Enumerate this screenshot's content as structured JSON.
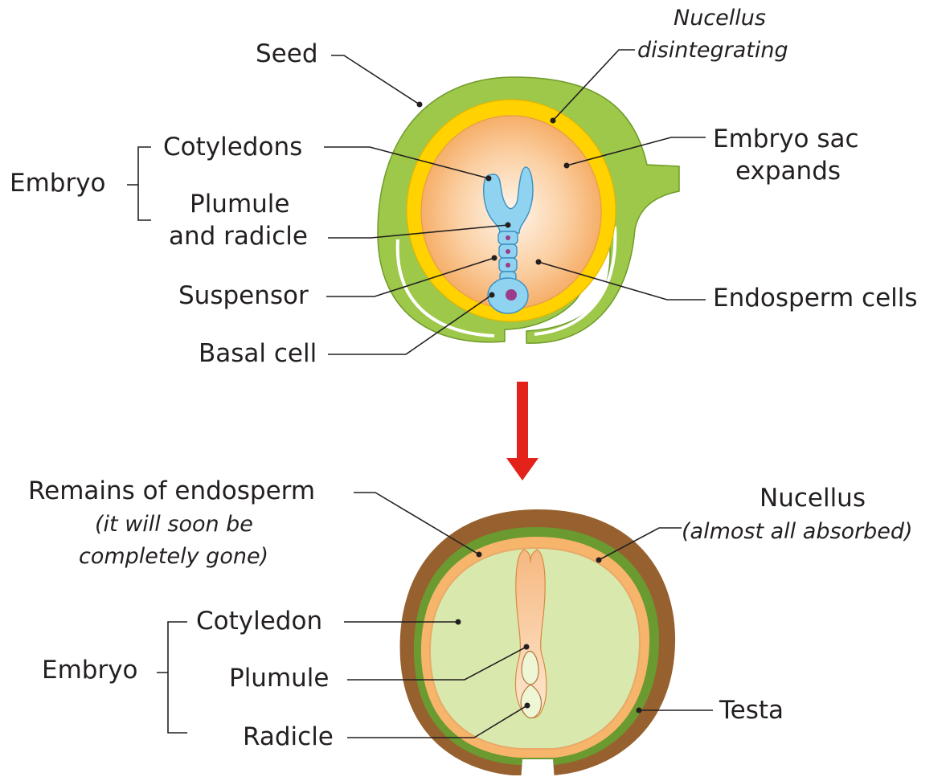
{
  "top": {
    "seed": "Seed",
    "nucellus_line1": "Nucellus",
    "nucellus_line2": "disintegrating",
    "embryo": "Embryo",
    "cotyledons": "Cotyledons",
    "plumule_radicle_line1": "Plumule",
    "plumule_radicle_line2": "and radicle",
    "suspensor": "Suspensor",
    "basal_cell": "Basal cell",
    "embryo_sac_line1": "Embryo sac",
    "embryo_sac_line2": "expands",
    "endosperm_cells": "Endosperm cells"
  },
  "bottom": {
    "remains_line1": "Remains of endosperm",
    "remains_line2": "(it will soon be",
    "remains_line3": "completely gone)",
    "nucellus_line1": "Nucellus",
    "nucellus_line2": "(almost all absorbed)",
    "embryo": "Embryo",
    "cotyledon": "Cotyledon",
    "plumule": "Plumule",
    "radicle": "Radicle",
    "testa": "Testa"
  },
  "colors": {
    "seed_coat_green": "#9dc84a",
    "nucellus_yellow": "#ffd200",
    "embryo_sac_orange": "#f7a85b",
    "embryo_blue": "#8fd3f1",
    "nucleus_purple": "#9c3c8a",
    "arrow_red": "#e3231b",
    "testa_brown": "#97612f",
    "nucellus_dark_green": "#6a9a30",
    "endosperm_orange": "#f7b56b",
    "cotyledon_pale_green": "#d9e9ad"
  }
}
